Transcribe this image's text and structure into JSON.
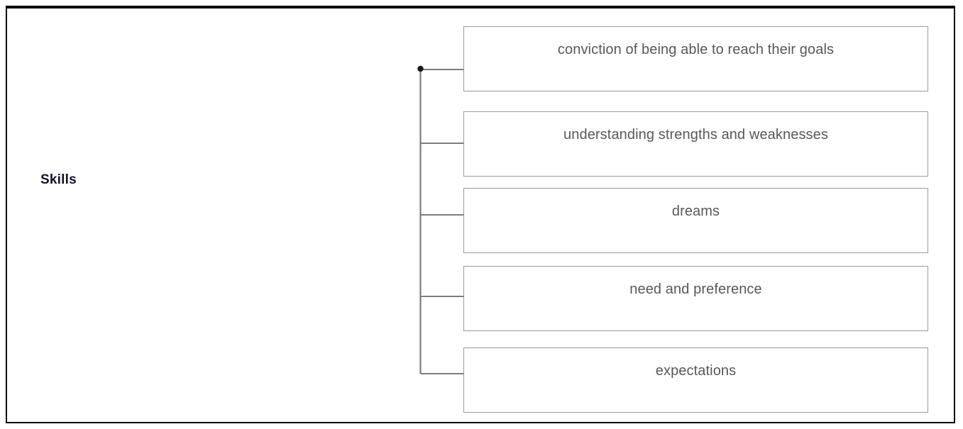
{
  "diagram": {
    "title": "Skills",
    "root": {
      "label": "Skills"
    },
    "branch_count": 5,
    "nodes": [
      {
        "label": "conviction of being able to reach their goals"
      },
      {
        "label": "understanding strengths and weaknesses"
      },
      {
        "label": "dreams"
      },
      {
        "label": "need and preference"
      },
      {
        "label": "expectations"
      }
    ],
    "colors": {
      "frame": "#0a0a0a",
      "box_border": "#9a9a9a",
      "box_fill": "#ffffff",
      "connector": "#7d7d7d",
      "node_text": "#585858",
      "root_text": "#12122a",
      "background": "#ffffff"
    }
  }
}
